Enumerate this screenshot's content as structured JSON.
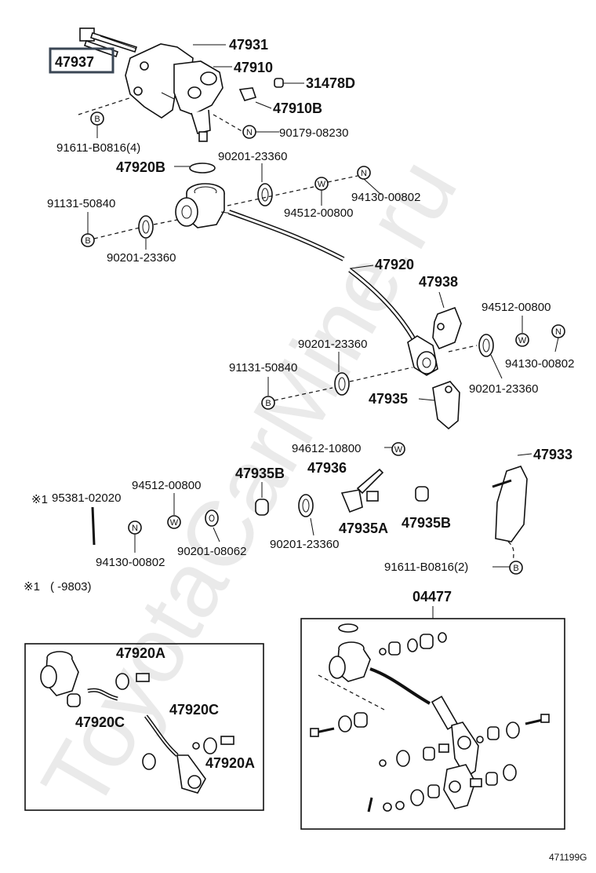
{
  "watermark": "ToyotaCarMine.ru",
  "highlighted_part": "47937",
  "labels": {
    "p47931": "47931",
    "p47910": "47910",
    "p31478D": "31478D",
    "p47910B": "47910B",
    "p90179": "90179-08230",
    "p91611a": "91611-B0816(4)",
    "p47920B": "47920B",
    "p90201a": "90201-23360",
    "p94130a": "94130-00802",
    "p91131a": "91131-50840",
    "p94512a": "94512-00800",
    "p90201b": "90201-23360",
    "p47920": "47920",
    "p47938": "47938",
    "p94512b": "94512-00800",
    "p90201c": "90201-23360",
    "p94130b": "94130-00802",
    "p91131b": "91131-50840",
    "p90201d": "90201-23360",
    "p47935": "47935",
    "p94612": "94612-10800",
    "p47933": "47933",
    "p47936": "47936",
    "p47935B_a": "47935B",
    "p94512c": "94512-00800",
    "p95381": "95381-02020",
    "p47935A": "47935A",
    "p47935B_b": "47935B",
    "p94130c": "94130-00802",
    "p90201e": "90201-08062",
    "p90201f": "90201-23360",
    "p91611b": "91611-B0816(2)",
    "note1": "(      -9803)",
    "note_mark": "※1",
    "p04477": "04477",
    "p47920A_a": "47920A",
    "p47920C_a": "47920C",
    "p47920C_b": "47920C",
    "p47920A_b": "47920A",
    "diagram_code": "471199G"
  },
  "circle_letters": {
    "b": "B",
    "n": "N",
    "w": "W"
  }
}
